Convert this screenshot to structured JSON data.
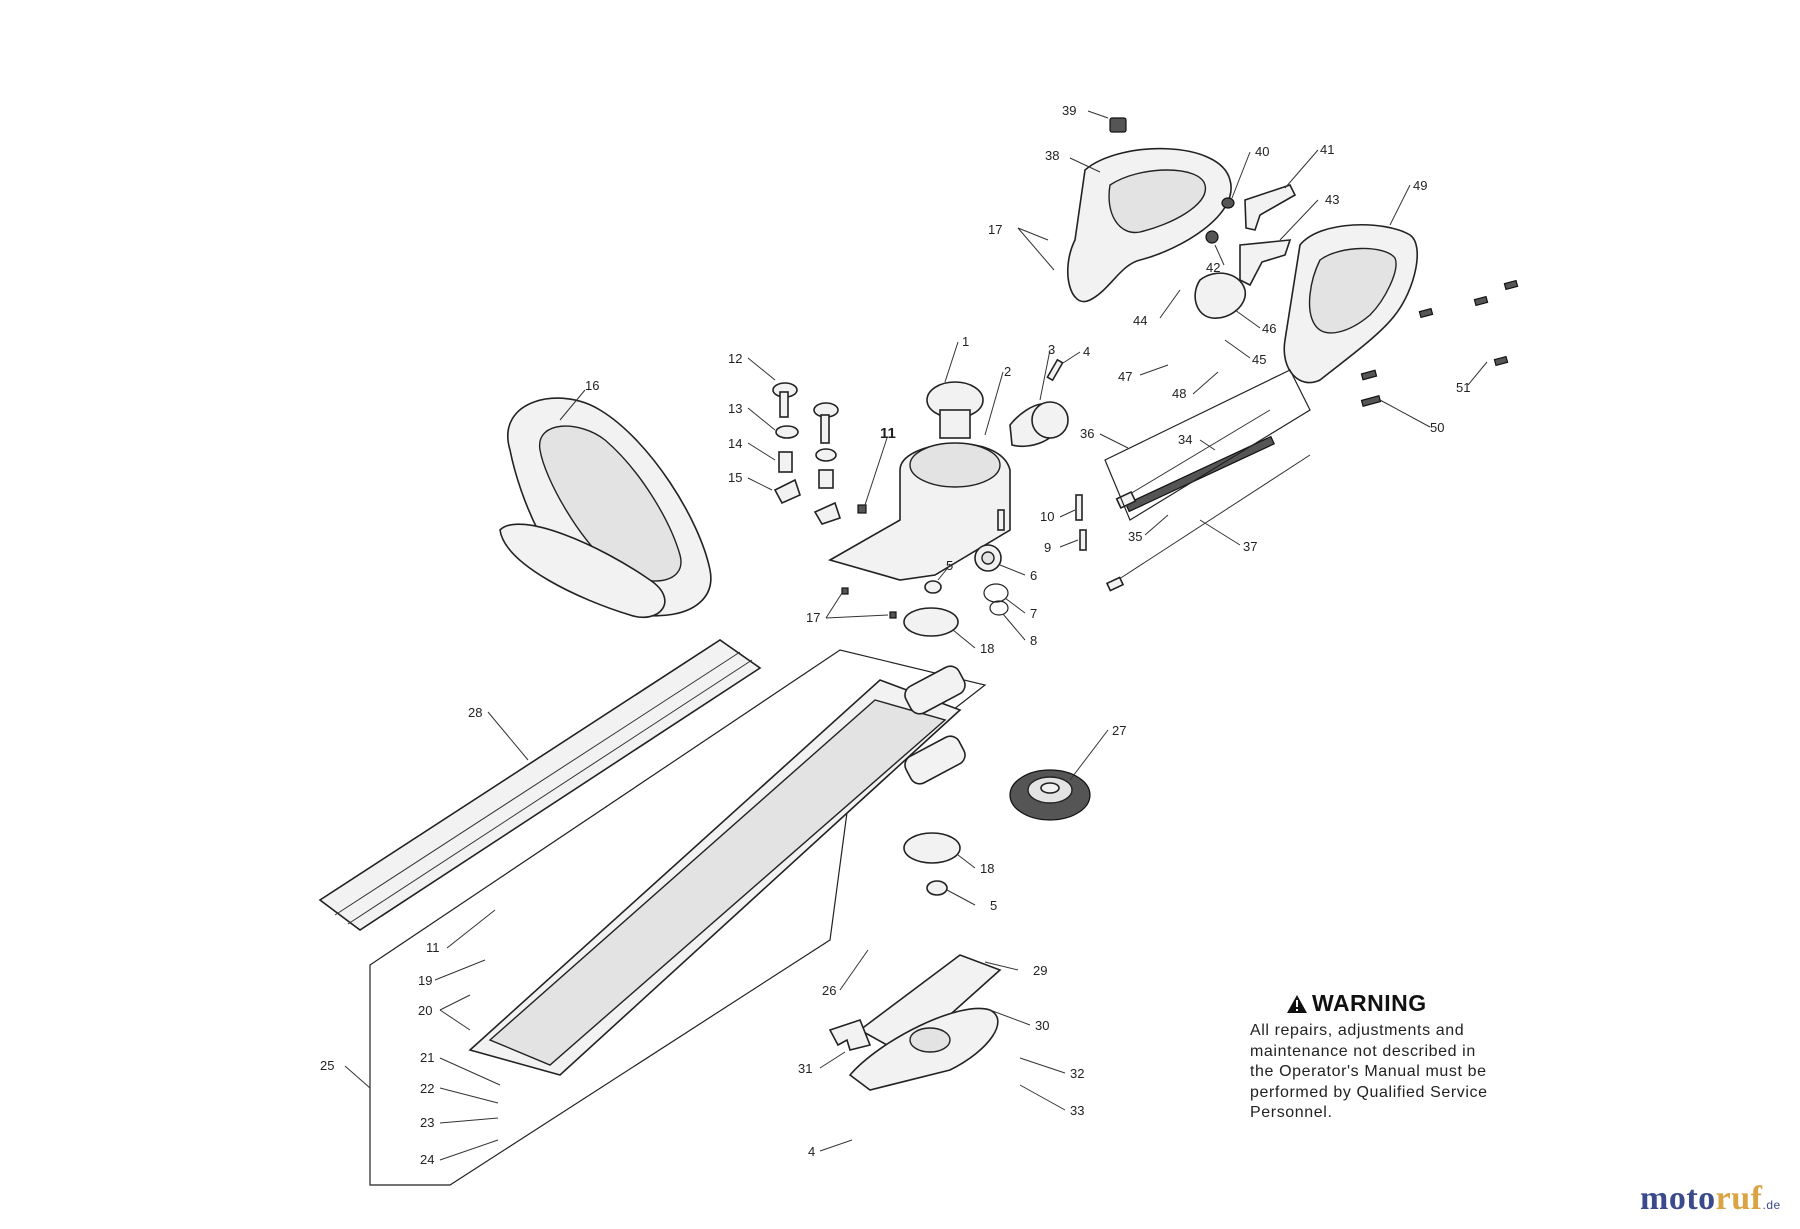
{
  "callouts": [
    {
      "id": "39",
      "text": "39"
    },
    {
      "id": "38",
      "text": "38"
    },
    {
      "id": "40",
      "text": "40"
    },
    {
      "id": "41",
      "text": "41"
    },
    {
      "id": "43",
      "text": "43"
    },
    {
      "id": "49",
      "text": "49"
    },
    {
      "id": "17a",
      "text": "17"
    },
    {
      "id": "42",
      "text": "42"
    },
    {
      "id": "44",
      "text": "44"
    },
    {
      "id": "46",
      "text": "46"
    },
    {
      "id": "1",
      "text": "1"
    },
    {
      "id": "2",
      "text": "2"
    },
    {
      "id": "3",
      "text": "3"
    },
    {
      "id": "4a",
      "text": "4"
    },
    {
      "id": "12",
      "text": "12"
    },
    {
      "id": "13",
      "text": "13"
    },
    {
      "id": "14",
      "text": "14"
    },
    {
      "id": "15",
      "text": "15"
    },
    {
      "id": "11a",
      "text": "11"
    },
    {
      "id": "16",
      "text": "16"
    },
    {
      "id": "47",
      "text": "47"
    },
    {
      "id": "48",
      "text": "48"
    },
    {
      "id": "45",
      "text": "45"
    },
    {
      "id": "50",
      "text": "50"
    },
    {
      "id": "51",
      "text": "51"
    },
    {
      "id": "36",
      "text": "36"
    },
    {
      "id": "34",
      "text": "34"
    },
    {
      "id": "35",
      "text": "35"
    },
    {
      "id": "37",
      "text": "37"
    },
    {
      "id": "10",
      "text": "10"
    },
    {
      "id": "9",
      "text": "9"
    },
    {
      "id": "6",
      "text": "6"
    },
    {
      "id": "5a",
      "text": "5"
    },
    {
      "id": "7",
      "text": "7"
    },
    {
      "id": "8",
      "text": "8"
    },
    {
      "id": "17b",
      "text": "17"
    },
    {
      "id": "18a",
      "text": "18"
    },
    {
      "id": "28",
      "text": "28"
    },
    {
      "id": "27",
      "text": "27"
    },
    {
      "id": "18b",
      "text": "18"
    },
    {
      "id": "5b",
      "text": "5"
    },
    {
      "id": "11b",
      "text": "11"
    },
    {
      "id": "19",
      "text": "19"
    },
    {
      "id": "20",
      "text": "20"
    },
    {
      "id": "26",
      "text": "26"
    },
    {
      "id": "29",
      "text": "29"
    },
    {
      "id": "30",
      "text": "30"
    },
    {
      "id": "31",
      "text": "31"
    },
    {
      "id": "32",
      "text": "32"
    },
    {
      "id": "33",
      "text": "33"
    },
    {
      "id": "21",
      "text": "21"
    },
    {
      "id": "22",
      "text": "22"
    },
    {
      "id": "23",
      "text": "23"
    },
    {
      "id": "24",
      "text": "24"
    },
    {
      "id": "25",
      "text": "25"
    },
    {
      "id": "4b",
      "text": "4"
    }
  ],
  "warning": {
    "title": "WARNING",
    "body": "All repairs, adjustments and\nmaintenance not described in\nthe Operator's Manual must be\nperformed by Qualified Service\nPersonnel."
  },
  "brand": {
    "part1": "moto",
    "part2": "ruf",
    "part3": ".de"
  }
}
